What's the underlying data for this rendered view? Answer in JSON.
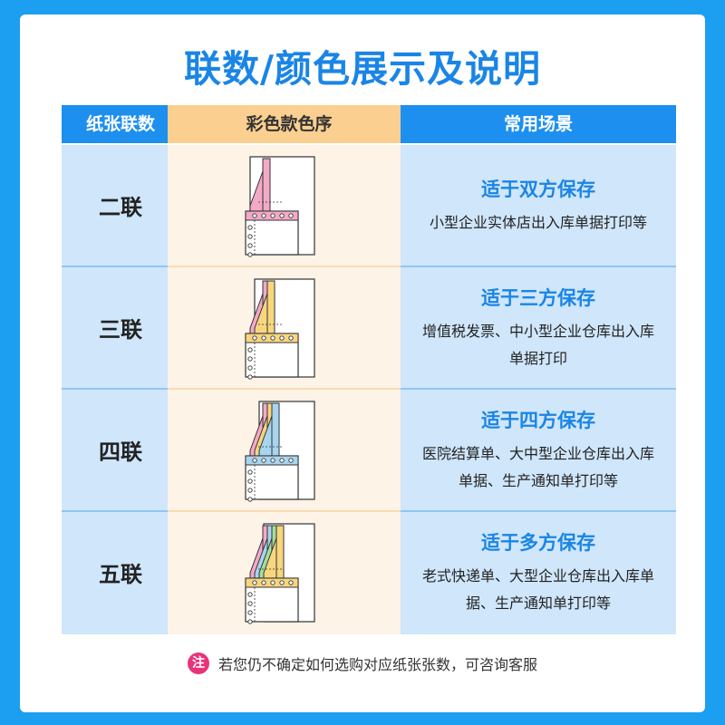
{
  "title": "联数/颜色展示及说明",
  "headers": {
    "col1": "纸张联数",
    "col2": "彩色款色序",
    "col3": "常用场景"
  },
  "rows": [
    {
      "ply_label": "二联",
      "scene_title": "适于双方保存",
      "scene_desc": "小型企业实体店出入库单据打印等",
      "colors": [
        "#f4a9c7",
        "#ffffff"
      ]
    },
    {
      "ply_label": "三联",
      "scene_title": "适于三方保存",
      "scene_desc": "增值税发票、中小型企业仓库出入库单据打印",
      "colors": [
        "#f7d67e",
        "#f4a9c7",
        "#ffffff"
      ]
    },
    {
      "ply_label": "四联",
      "scene_title": "适于四方保存",
      "scene_desc": "医院结算单、大中型企业仓库出入库单据、生产通知单打印等",
      "colors": [
        "#a8d5ef",
        "#f7d67e",
        "#f4a9c7",
        "#ffffff"
      ]
    },
    {
      "ply_label": "五联",
      "scene_title": "适于多方保存",
      "scene_desc": "老式快递单、大型企业仓库出入库单据、生产通知单打印等",
      "colors": [
        "#f7d67e",
        "#a6de9a",
        "#a8d5ef",
        "#f4a9c7",
        "#ffffff"
      ]
    }
  ],
  "note": {
    "badge": "注",
    "text": "若您仍不确定如何选购对应纸张张数，可咨询客服"
  },
  "theme": {
    "accent": "#1a85e6",
    "header_blue": "#1d8fef",
    "header_orange": "#fbcf8f",
    "note_pink": "#e8337a"
  }
}
